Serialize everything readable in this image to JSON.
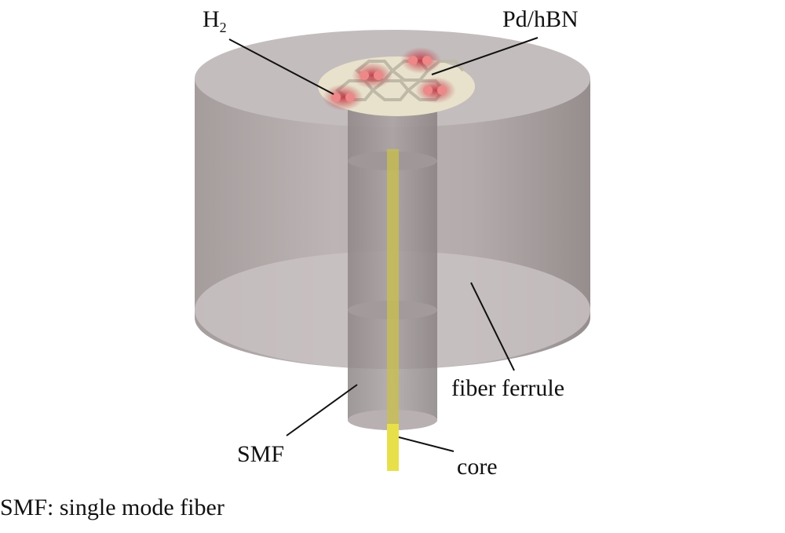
{
  "labels": {
    "h2_main": "H",
    "h2_sub": "2",
    "pd_hbn": "Pd/hBN",
    "fiber_ferrule": "fiber ferrule",
    "smf": "SMF",
    "core": "core"
  },
  "caption": "SMF: single mode fiber",
  "colors": {
    "ferrule": "#b3abab",
    "core": "#e8e04a",
    "h2": "#c8505a",
    "film": "#e8e2cc"
  }
}
